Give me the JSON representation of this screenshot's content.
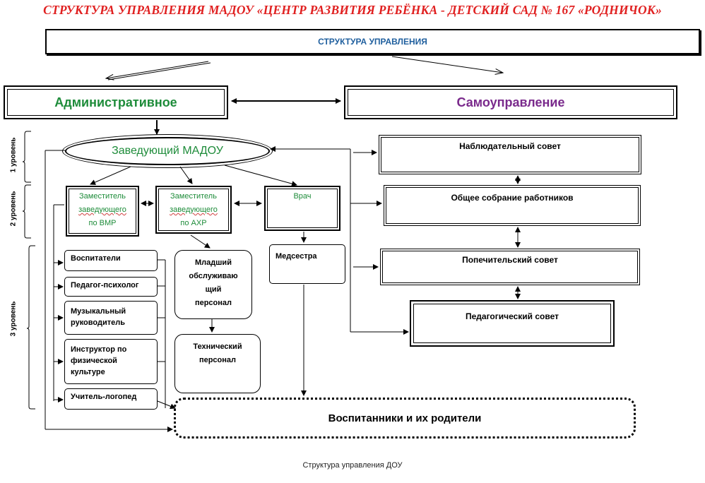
{
  "title": "СТРУКТУРА УПРАВЛЕНИЯ МАДОУ «ЦЕНТР РАЗВИТИЯ РЕБЁНКА - ДЕТСКИЙ САД № 167 «РОДНИЧОК»",
  "structure_label": "СТРУКТУРА УПРАВЛЕНИЯ",
  "branches": {
    "admin": "Административное",
    "self": "Самоуправление"
  },
  "colors": {
    "title": "#e02020",
    "structure_label": "#1f5f9e",
    "admin": "#1e8c3a",
    "self": "#7a2a8c"
  },
  "levels": [
    "1 уровень",
    "2 уровень",
    "3 уровень"
  ],
  "head": "Заведующий МАДОУ",
  "deputies": [
    {
      "line1": "Заместитель",
      "line2": "заведующего",
      "line3": "по  ВМР"
    },
    {
      "line1": "Заместитель",
      "line2": "заведующего",
      "line3": "по  АХР"
    }
  ],
  "doctor": "Врач",
  "nurse": "Медсестра",
  "staff": [
    "Воспитатели",
    "Педагог-психолог",
    "Музыкальный руководитель",
    "Инструктор по физической культуре",
    "Учитель-логопед"
  ],
  "junior_staff": [
    "Младший",
    "обслуживаю",
    "щий",
    "персонал"
  ],
  "tech_staff": [
    "Технический",
    "персонал"
  ],
  "councils": [
    "Наблюдательный совет",
    "Общее собрание работников",
    "Попечительский совет",
    "Педагогический совет"
  ],
  "pupils": "Воспитанники и их родители",
  "caption": "Структура управления ДОУ"
}
